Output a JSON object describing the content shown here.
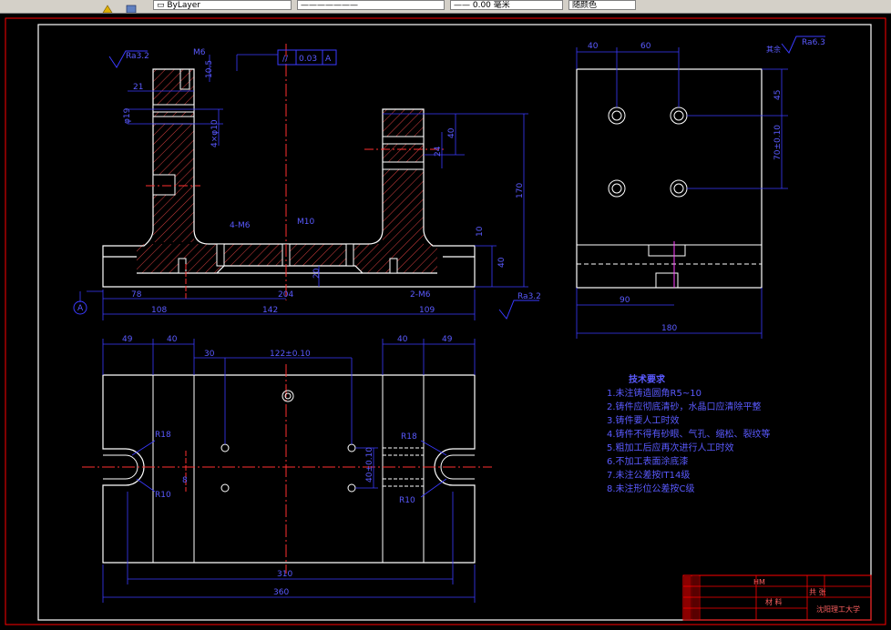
{
  "toolbar": {
    "layer_field": "▭ ByLayer",
    "linetype_field": "———————",
    "lineweight_field": "—— 0.00 毫米",
    "color_field": "随颜色",
    "icon_left": "layer-tools-icon",
    "icon_right": "layer-state-icon"
  },
  "colors": {
    "border_red": "#ff0000",
    "outline_white": "#ffffff",
    "dimension_blue": "#3a3aff",
    "hatch_red": "#d84040",
    "centerline_red": "#ff3030",
    "text_blue": "#5a5aff",
    "magenta": "#ff40ff"
  },
  "front_view": {
    "roughness_top_left": "Ra3.2",
    "thread_label": "M6",
    "depth_label": "10.5",
    "tolerance_symbol": "//",
    "tolerance_value": "0.03",
    "datum_ref": "A",
    "dim_21": "21",
    "dim_phi19": "φ19",
    "dim_hole_spec": "4×φ10",
    "dim_40": "40",
    "dim_24": "24",
    "dim_170": "170",
    "dim_10": "10",
    "dim_40b": "40",
    "dim_20": "20",
    "label_4m6": "4-M6",
    "label_m10": "M10",
    "label_2m6": "2-M6",
    "dim_78": "78",
    "dim_204": "204",
    "dim_108": "108",
    "dim_142": "142",
    "dim_109": "109",
    "roughness_bottom": "Ra3.2",
    "datum_label": "A"
  },
  "side_view": {
    "dim_40": "40",
    "dim_60": "60",
    "dim_45": "45",
    "dim_70": "70±0.10",
    "dim_90": "90",
    "dim_180": "180",
    "roughness_label": "其余",
    "roughness_value": "Ra6.3"
  },
  "top_view": {
    "dim_49_left": "49",
    "dim_40_left": "40",
    "dim_30": "30",
    "dim_122": "122±0.10",
    "dim_40_right": "40",
    "dim_49_right": "49",
    "dim_40_vert": "40±0.10",
    "label_r18_left": "R18",
    "label_r10_left": "R10",
    "label_8": "8",
    "label_r18_right": "R18",
    "label_r10_right": "R10",
    "dim_310": "310",
    "dim_360": "360"
  },
  "notes": {
    "title": "技术要求",
    "items": [
      "1.未注铸造圆角R5~10",
      "2.铸件应彻底清砂，水晶口应清除平整",
      "3.铸件要人工时效",
      "4.铸件不得有砂眼、气孔、缩松、裂纹等",
      "5.粗加工后应再次进行人工时效",
      "6.不加工表面涂底漆",
      "7.未注公差按IT14级",
      "8.未注形位公差按C级"
    ]
  },
  "title_block": {
    "mark": "HM",
    "material_label": "材 料",
    "sheet_label": "共 张",
    "school": "沈阳理工大学"
  }
}
